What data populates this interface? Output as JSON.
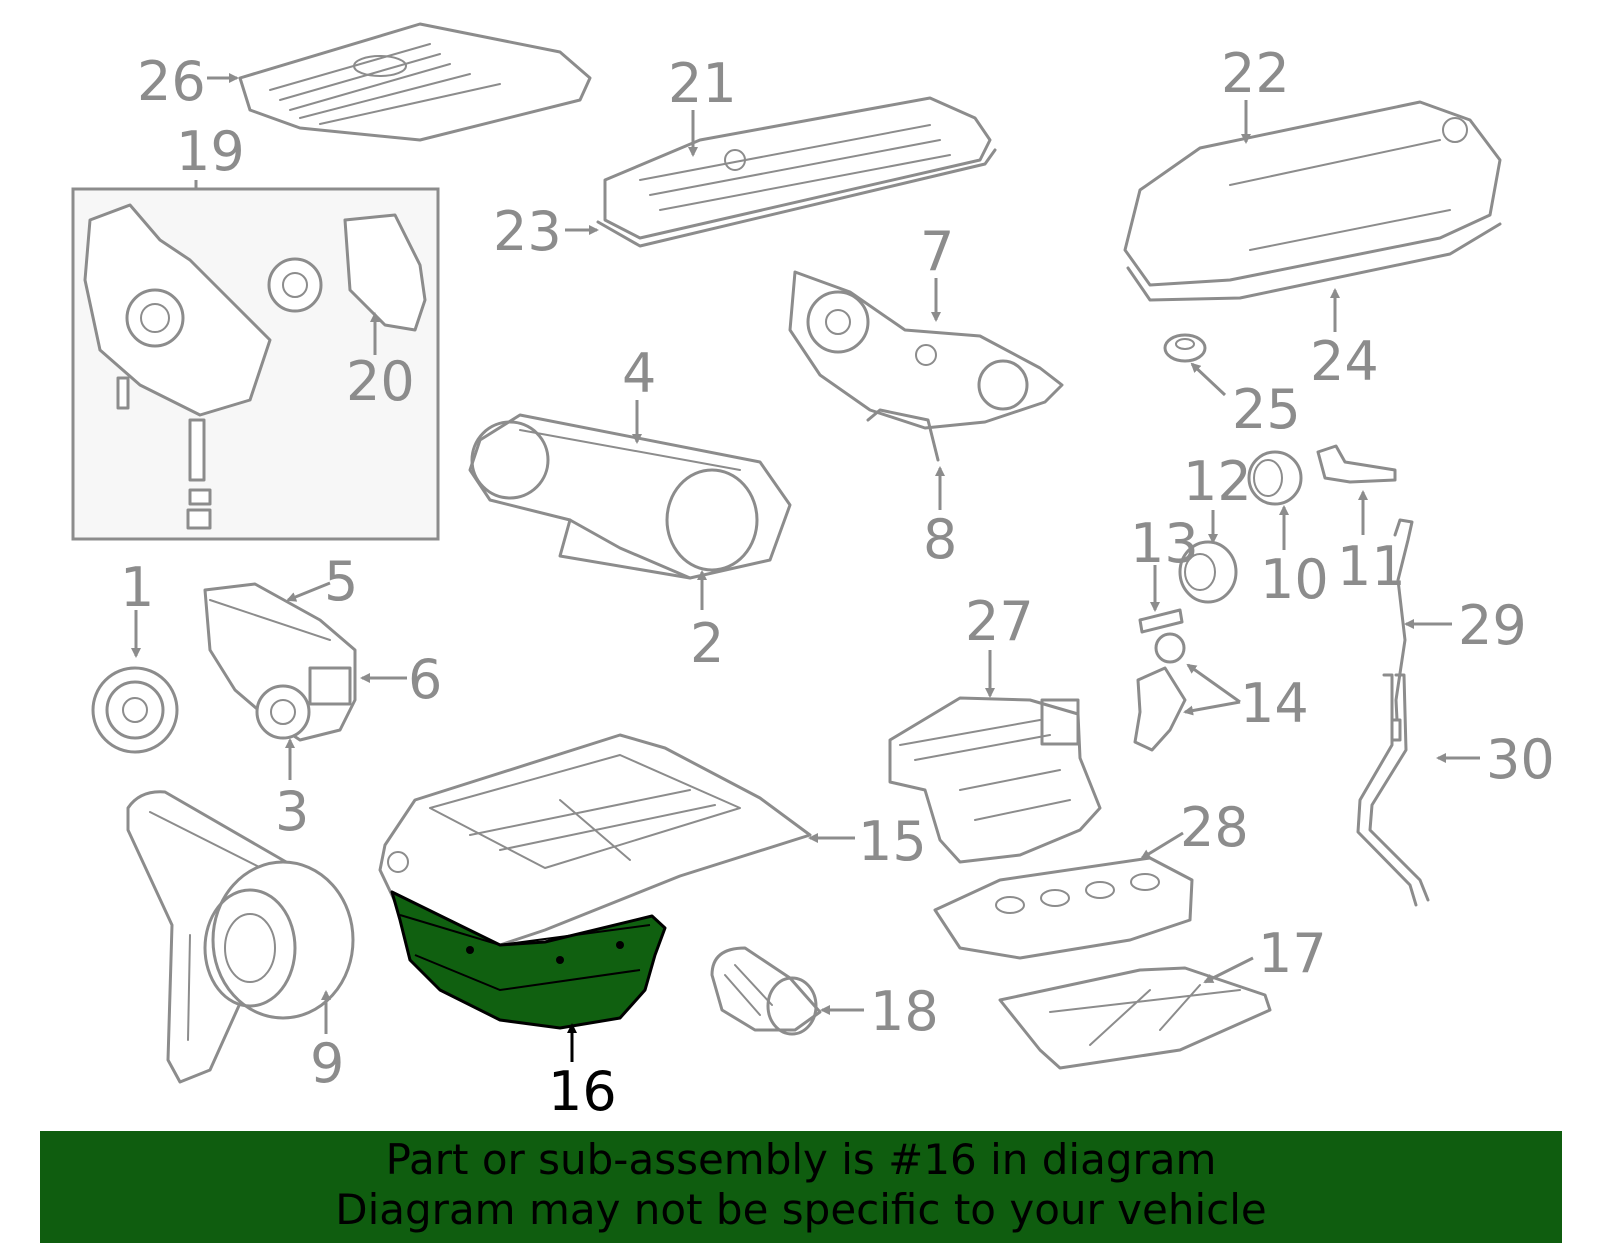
{
  "colors": {
    "banner_bg": "#0f5d0f",
    "highlight_fill": "#106010",
    "line_gray": "#8c8c8c",
    "highlight_text": "#000000",
    "box_bg": "#f7f7f7"
  },
  "highlighted_part": "16",
  "callouts": [
    {
      "id": "1",
      "label": "1"
    },
    {
      "id": "2",
      "label": "2"
    },
    {
      "id": "3",
      "label": "3"
    },
    {
      "id": "4",
      "label": "4"
    },
    {
      "id": "5",
      "label": "5"
    },
    {
      "id": "6",
      "label": "6"
    },
    {
      "id": "7",
      "label": "7"
    },
    {
      "id": "8",
      "label": "8"
    },
    {
      "id": "9",
      "label": "9"
    },
    {
      "id": "10",
      "label": "10"
    },
    {
      "id": "11",
      "label": "11"
    },
    {
      "id": "12",
      "label": "12"
    },
    {
      "id": "13",
      "label": "13"
    },
    {
      "id": "14",
      "label": "14"
    },
    {
      "id": "15",
      "label": "15"
    },
    {
      "id": "16",
      "label": "16"
    },
    {
      "id": "17",
      "label": "17"
    },
    {
      "id": "18",
      "label": "18"
    },
    {
      "id": "19",
      "label": "19"
    },
    {
      "id": "20",
      "label": "20"
    },
    {
      "id": "21",
      "label": "21"
    },
    {
      "id": "22",
      "label": "22"
    },
    {
      "id": "23",
      "label": "23"
    },
    {
      "id": "24",
      "label": "24"
    },
    {
      "id": "25",
      "label": "25"
    },
    {
      "id": "26",
      "label": "26"
    },
    {
      "id": "27",
      "label": "27"
    },
    {
      "id": "28",
      "label": "28"
    },
    {
      "id": "29",
      "label": "29"
    },
    {
      "id": "30",
      "label": "30"
    }
  ],
  "banner": {
    "line1": "Part or sub-assembly is #16 in diagram",
    "line2": "Diagram may not be specific to your vehicle"
  }
}
